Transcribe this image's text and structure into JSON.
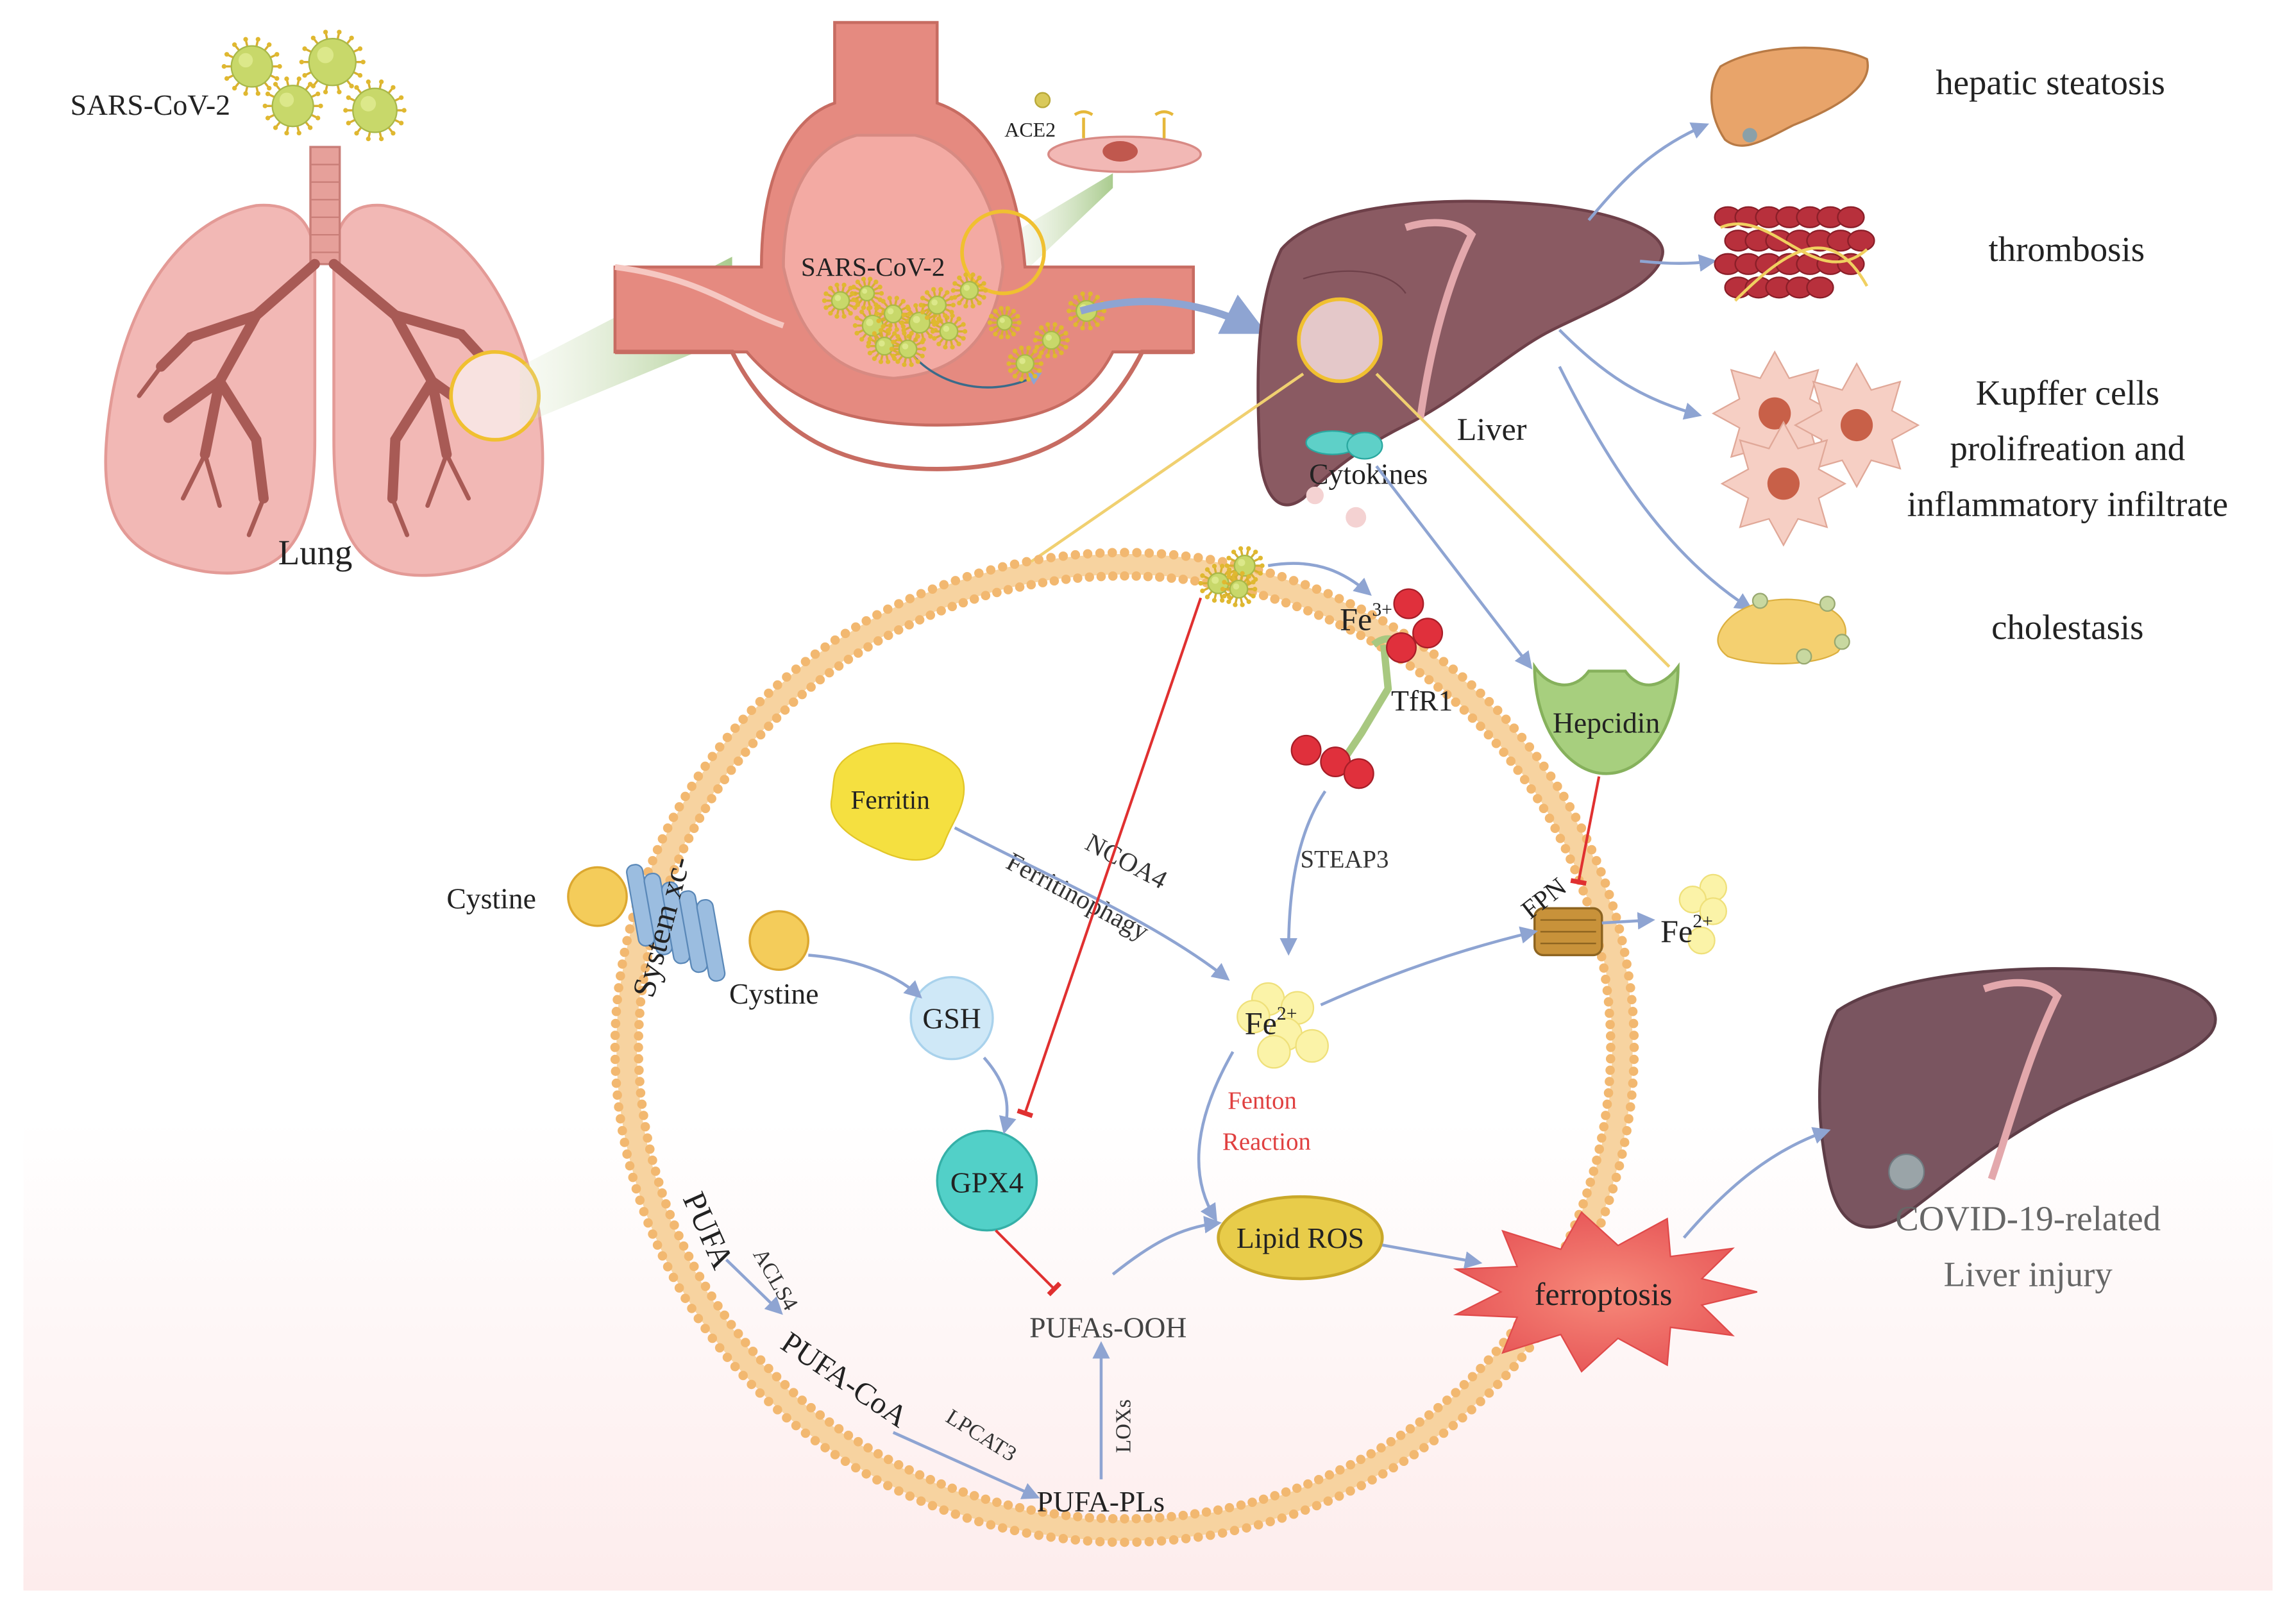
{
  "top": {
    "virus_label": "SARS-CoV-2",
    "lung_label": "Lung",
    "alveolus_virus_label": "SARS-CoV-2",
    "ace2_label": "ACE2",
    "liver_label": "Liver",
    "cytokines_label": "Cytokines"
  },
  "outcomes": {
    "steatosis": "hepatic steatosis",
    "thrombosis": "thrombosis",
    "kupffer_line1": "Kupffer cells",
    "kupffer_line2": "prolifreation and",
    "kupffer_line3": "inflammatory infiltrate",
    "cholestasis": "cholestasis"
  },
  "cell": {
    "fe3": "Fe",
    "fe3_sup": "3+",
    "tfr1": "TfR1",
    "hepcidin": "Hepcidin",
    "ferritin": "Ferritin",
    "ncoa4": "NCOA4",
    "ferritinophagy": "Ferritinophagy",
    "steap3": "STEAP3",
    "fpn": "FPN",
    "fe2_out": "Fe",
    "fe2_out_sup": "2+",
    "fe2_in": "Fe",
    "fe2_in_sup": "2+",
    "cystine_out": "Cystine",
    "system_xc": "System xc-",
    "cystine_in": "Cystine",
    "gsh": "GSH",
    "gpx4": "GPX4",
    "fenton_line1": "Fenton",
    "fenton_line2": "Reaction",
    "lipid_ros": "Lipid ROS",
    "ferroptosis": "ferroptosis",
    "pufa": "PUFA",
    "acls4": "ACLS4",
    "pufa_coa": "PUFA-CoA",
    "lpcat3": "LPCAT3",
    "pufa_pls": "PUFA-PLs",
    "loxs": "LOXs",
    "pufas_ooh": "PUFAs-OOH"
  },
  "result": {
    "line1": "COVID-19-related",
    "line2": "Liver injury"
  },
  "colors": {
    "virus": "#c8d86a",
    "lung": "#f2b8b5",
    "bronchi": "#a85a55",
    "liver": "#8a5a62",
    "membrane": "#f2b870",
    "red_iron": "#e0303c",
    "arrow": "#8ea4d2",
    "inhibit": "#e03030",
    "hepcidin": "#a7cf7e",
    "ferritin": "#f5e040",
    "gsh": "#cfe8f7",
    "gpx4": "#52d0c8",
    "lipid_ros": "#e8cc4a",
    "ferroptosis": "#f07070",
    "yellow_outline": "#f0c030",
    "fe2_fill": "#fbf3a8",
    "fenton_text": "#e04040"
  }
}
